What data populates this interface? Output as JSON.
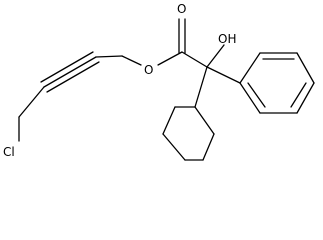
{
  "molecule": {
    "atoms": {
      "carbonyl_oxygen": "O",
      "ester_oxygen": "O",
      "hydroxyl": "OH",
      "chlorine": "Cl"
    }
  }
}
